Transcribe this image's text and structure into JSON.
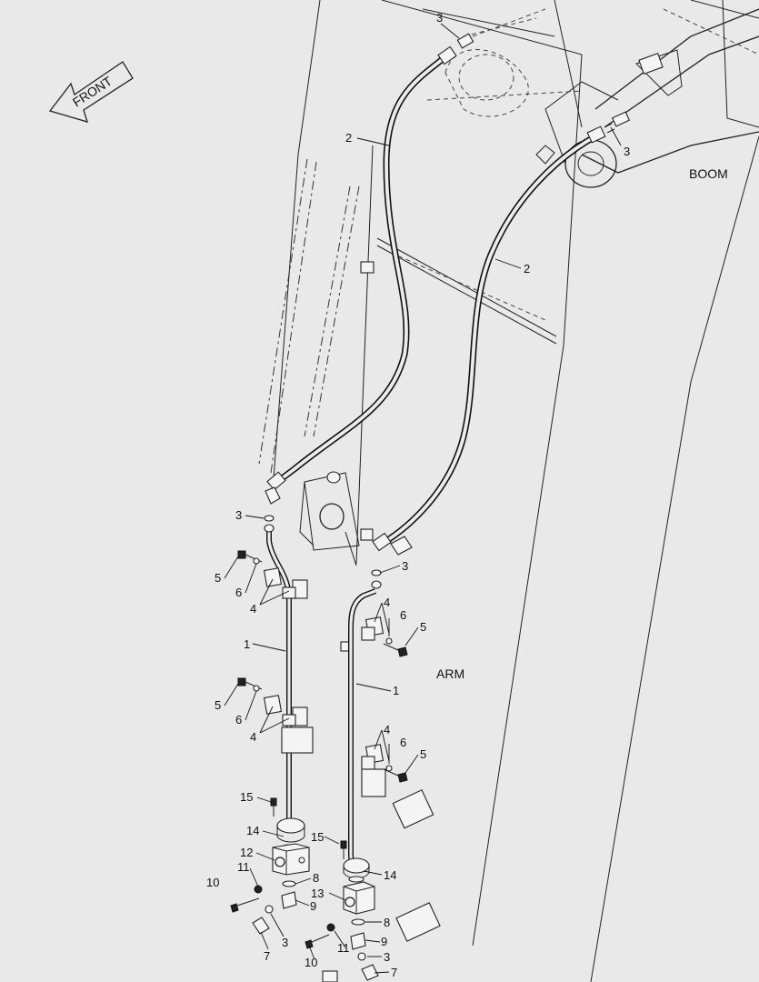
{
  "direction_label": "FRONT",
  "section_labels": {
    "boom": "BOOM",
    "arm": "ARM"
  },
  "callouts": [
    {
      "id": "c3-top",
      "num": "3"
    },
    {
      "id": "c2-left",
      "num": "2"
    },
    {
      "id": "c3-right-top",
      "num": "3"
    },
    {
      "id": "c2-right",
      "num": "2"
    },
    {
      "id": "c3-left-mid",
      "num": "3"
    },
    {
      "id": "c5-l1",
      "num": "5"
    },
    {
      "id": "c6-l1",
      "num": "6"
    },
    {
      "id": "c4-l1",
      "num": "4"
    },
    {
      "id": "c1-left",
      "num": "1"
    },
    {
      "id": "c5-l2",
      "num": "5"
    },
    {
      "id": "c6-l2",
      "num": "6"
    },
    {
      "id": "c4-l2",
      "num": "4"
    },
    {
      "id": "c15-left",
      "num": "15"
    },
    {
      "id": "c14-left",
      "num": "14"
    },
    {
      "id": "c12",
      "num": "12"
    },
    {
      "id": "c11-left",
      "num": "11"
    },
    {
      "id": "c10-left",
      "num": "10"
    },
    {
      "id": "c8-left",
      "num": "8"
    },
    {
      "id": "c9-left",
      "num": "9"
    },
    {
      "id": "c3-left-bot",
      "num": "3"
    },
    {
      "id": "c7-left",
      "num": "7"
    },
    {
      "id": "c3-right-mid",
      "num": "3"
    },
    {
      "id": "c4-r1",
      "num": "4"
    },
    {
      "id": "c6-r1",
      "num": "6"
    },
    {
      "id": "c5-r1",
      "num": "5"
    },
    {
      "id": "c1-right",
      "num": "1"
    },
    {
      "id": "c4-r2",
      "num": "4"
    },
    {
      "id": "c6-r2",
      "num": "6"
    },
    {
      "id": "c5-r2",
      "num": "5"
    },
    {
      "id": "c15-right",
      "num": "15"
    },
    {
      "id": "c14-right",
      "num": "14"
    },
    {
      "id": "c13",
      "num": "13"
    },
    {
      "id": "c8-right",
      "num": "8"
    },
    {
      "id": "c9-right",
      "num": "9"
    },
    {
      "id": "c11-right",
      "num": "11"
    },
    {
      "id": "c10-right",
      "num": "10"
    },
    {
      "id": "c3-right-bot",
      "num": "3"
    },
    {
      "id": "c7-right",
      "num": "7"
    }
  ]
}
